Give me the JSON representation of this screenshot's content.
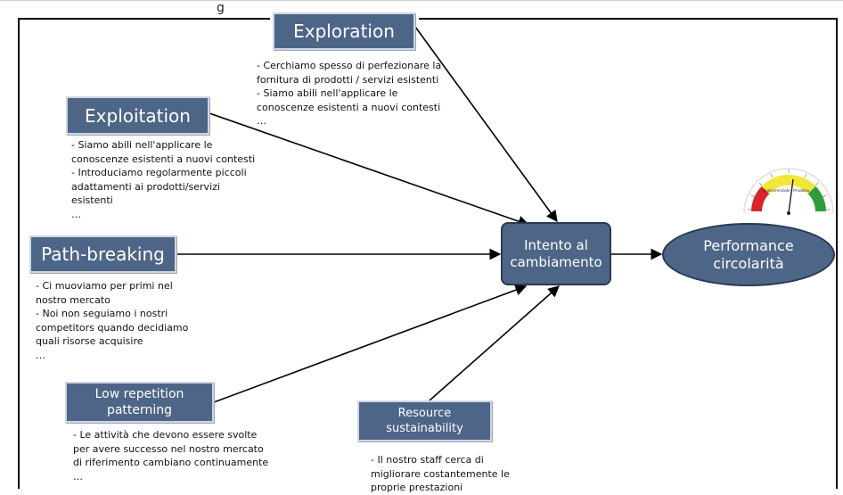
{
  "header_fragment": "g",
  "factors": [
    {
      "id": "exploration",
      "title": "Exploration",
      "items": [
        "- Cerchiamo spesso di perfezionare la",
        "fornitura di prodotti / servizi esistenti",
        "- Siamo abili nell'applicare le",
        "conoscenze esistenti a nuovi contesti",
        "…"
      ]
    },
    {
      "id": "exploitation",
      "title": "Exploitation",
      "items": [
        "- Siamo abili nell'applicare le",
        "conoscenze esistenti a nuovi contesti",
        "- Introduciamo regolarmente piccoli",
        "adattamenti ai prodotti/servizi",
        "esistenti",
        "…"
      ]
    },
    {
      "id": "path-breaking",
      "title": "Path-breaking",
      "items": [
        "- Ci muoviamo per primi nel",
        "nostro mercato",
        "- Noi non seguiamo i nostri",
        "competitors quando decidiamo",
        "quali risorse acquisire",
        "…"
      ]
    },
    {
      "id": "low-repetition",
      "title_lines": [
        "Low repetition",
        "patterning"
      ],
      "items": [
        "- Le attività che devono essere svolte",
        "per avere successo nel nostro mercato",
        "di riferimento cambiano continuamente",
        "…"
      ]
    },
    {
      "id": "resource-sustainability",
      "title_lines": [
        "Resource",
        "sustainability"
      ],
      "items": [
        "- Il nostro staff cerca di",
        "migliorare costantemente le",
        "proprie prestazioni"
      ]
    }
  ],
  "central": {
    "lines": [
      "Intento al",
      "cambiamento"
    ]
  },
  "outcome": {
    "lines": [
      "Performance",
      "circolarità"
    ]
  },
  "gauge": {
    "icon": "gauge-icon",
    "labels": [
      "Concorrenziale",
      "Proattiva"
    ],
    "colors": {
      "red": "#d8242a",
      "yellow": "#f1e73a",
      "green": "#2f9b3a"
    }
  },
  "colors": {
    "box": "#4d6587",
    "box_border": "#2a3a52",
    "arrow": "#000000"
  }
}
